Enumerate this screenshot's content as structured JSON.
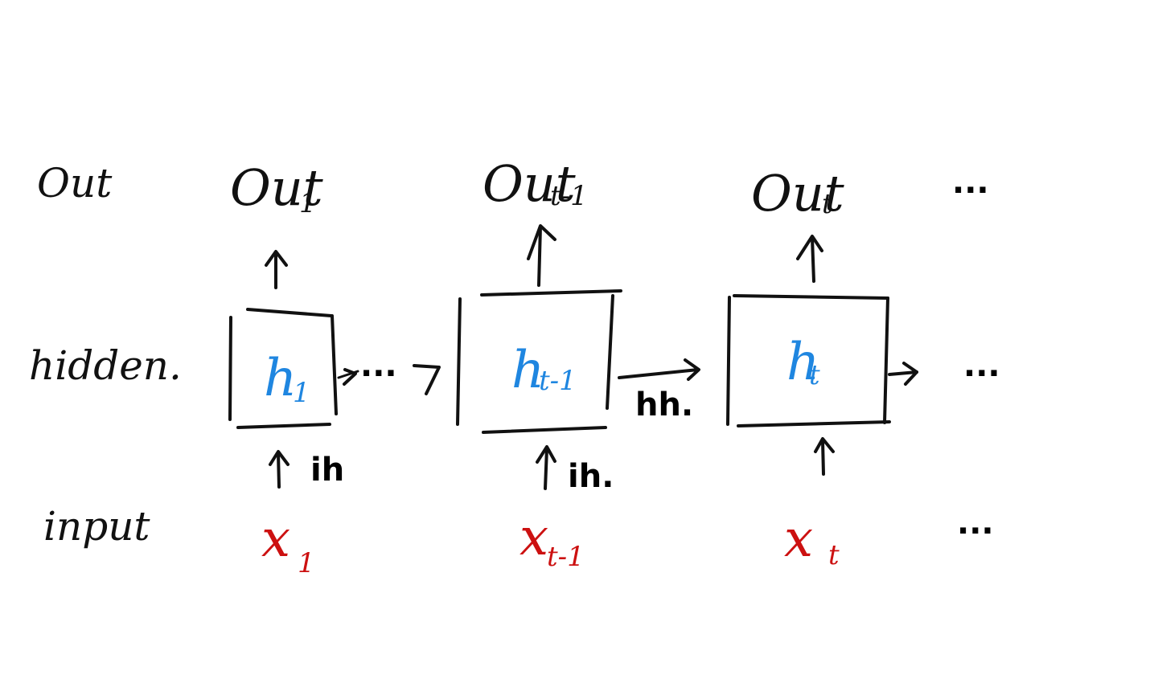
{
  "colors": {
    "ink": "#111111",
    "hidden_state": "#1f86e0",
    "input": "#cc1111"
  },
  "row_labels": {
    "output": "Out",
    "hidden": "hidden.",
    "input": "input"
  },
  "outputs": [
    {
      "base": "Out",
      "sub": "1"
    },
    {
      "base": "Out",
      "sub": "t-1"
    },
    {
      "base": "Out",
      "sub": "t"
    }
  ],
  "hidden_states": [
    {
      "base": "h",
      "sub": "1"
    },
    {
      "base": "h",
      "sub": "t-1"
    },
    {
      "base": "h",
      "sub": "t"
    }
  ],
  "inputs": [
    {
      "base": "x",
      "sub": "1"
    },
    {
      "base": "x",
      "sub": "t-1"
    },
    {
      "base": "x",
      "sub": "t"
    }
  ],
  "weight_labels": {
    "input_to_hidden_1": "ih",
    "input_to_hidden_2": "ih.",
    "hidden_to_hidden": "hh."
  },
  "continuation": {
    "output": "...",
    "hidden": "...",
    "input": "...",
    "between_1_and_2": "..."
  }
}
